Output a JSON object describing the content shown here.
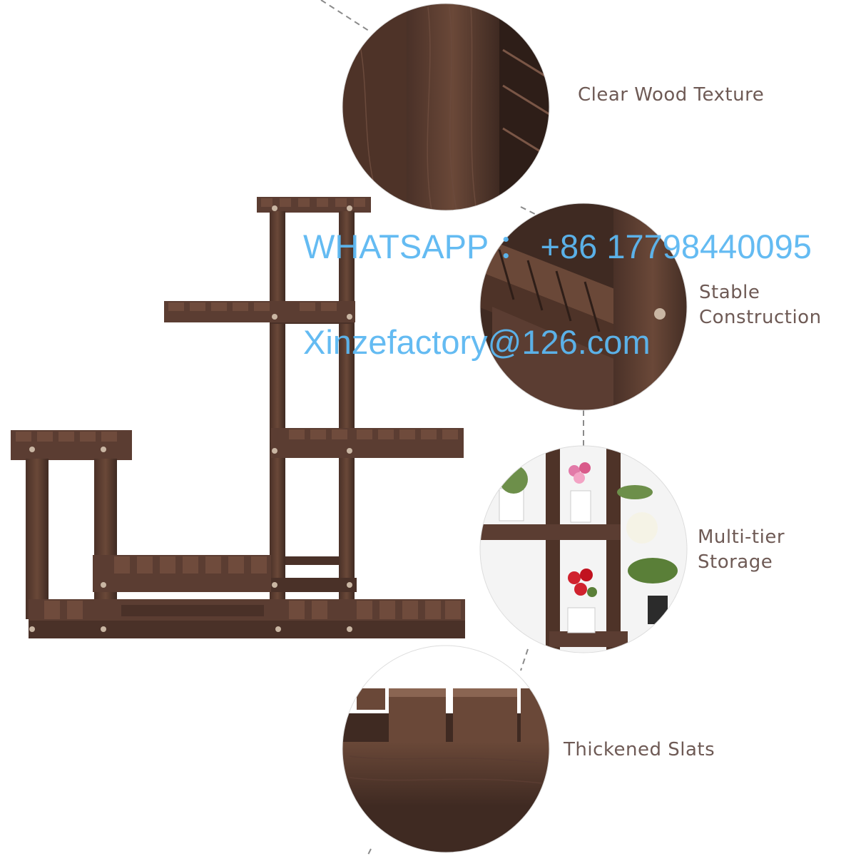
{
  "features": [
    {
      "id": "wood-texture",
      "lines": [
        "Clear Wood Texture"
      ]
    },
    {
      "id": "construction",
      "lines": [
        "Stable",
        "Construction"
      ]
    },
    {
      "id": "storage",
      "lines": [
        "Multi-tier",
        "Storage"
      ]
    },
    {
      "id": "slats",
      "lines": [
        "Thickened Slats"
      ]
    }
  ],
  "watermark": {
    "phone": "WHATSAPP ： +86 17798440095",
    "email": "Xinzefactory@126.com"
  },
  "colors": {
    "wood_dark": "#3f2a22",
    "wood_mid": "#5b3d32",
    "wood_light": "#7a5646",
    "label_text": "#6e5a55",
    "watermark": "#5cb8f2",
    "dashed_line": "#8a8a8a"
  }
}
